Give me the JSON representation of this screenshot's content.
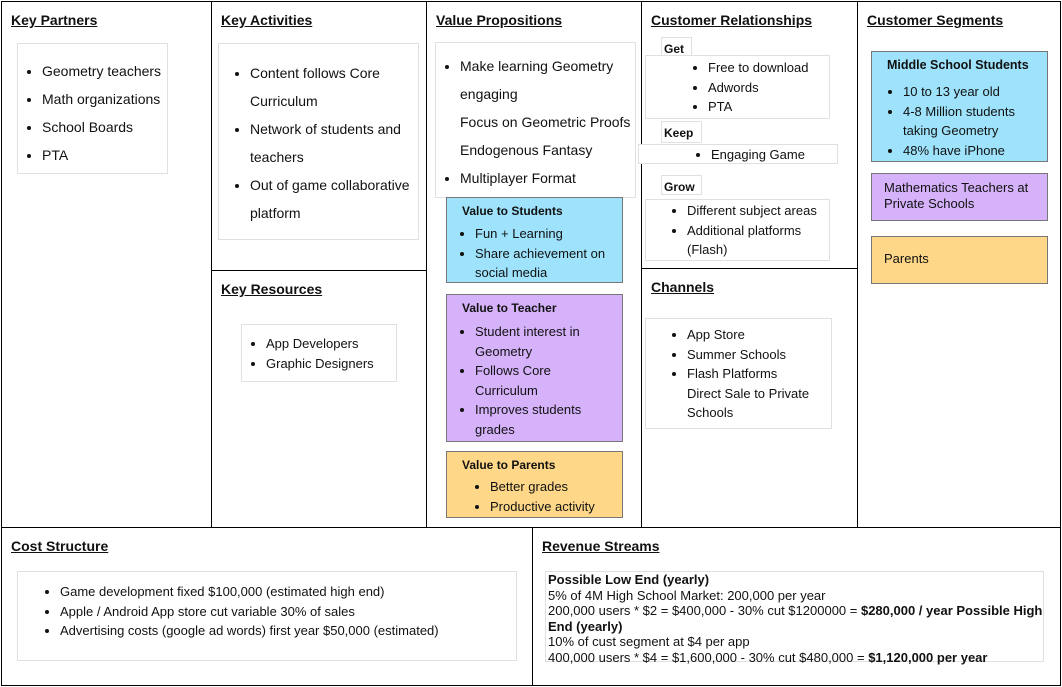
{
  "key_partners": {
    "title": "Key Partners",
    "items": [
      "Geometry teachers",
      "Math organizations",
      "School Boards",
      "PTA"
    ]
  },
  "key_activities": {
    "title": "Key Activities",
    "items": [
      "Content follows Core Curriculum",
      "Network of students and teachers",
      "Out of game collaborative platform"
    ]
  },
  "key_resources": {
    "title": "Key Resources",
    "items": [
      "App Developers",
      "Graphic Designers"
    ]
  },
  "value_propositions": {
    "title": "Value Propositions",
    "items": [
      "Make learning Geometry engaging",
      "Focus on Geometric Proofs",
      "Endogenous Fantasy",
      "Multiplayer Format"
    ],
    "students": {
      "title": "Value to Students",
      "items": [
        "Fun + Learning",
        "Share achievement on social media"
      ]
    },
    "teacher": {
      "title": "Value to Teacher",
      "items": [
        "Student interest in Geometry",
        "Follows Core Curriculum",
        "Improves students grades"
      ]
    },
    "parents": {
      "title": "Value to Parents",
      "items": [
        "Better grades",
        "Productive activity"
      ]
    }
  },
  "customer_relationships": {
    "title": "Customer Relationships",
    "get": {
      "label": "Get",
      "items": [
        "Free to download",
        "Adwords",
        "PTA"
      ]
    },
    "keep": {
      "label": "Keep",
      "items": [
        "Engaging Game"
      ]
    },
    "grow": {
      "label": "Grow",
      "items": [
        "Different subject areas",
        "Additional platforms (Flash)"
      ]
    }
  },
  "channels": {
    "title": "Channels",
    "items": [
      "App Store",
      "Summer Schools",
      "Flash Platforms",
      "Direct Sale to Private Schools"
    ]
  },
  "customer_segments": {
    "title": "Customer Segments",
    "middle_school": {
      "title": "Middle School Students",
      "items": [
        "10 to 13 year old",
        "4-8 Million students taking Geometry",
        "48% have iPhone"
      ]
    },
    "teachers": "Mathematics Teachers at Private Schools",
    "parents": "Parents"
  },
  "cost_structure": {
    "title": "Cost Structure",
    "items": [
      "Game development fixed $100,000 (estimated high end)",
      "Apple / Android App store cut variable 30% of sales",
      "Advertising costs (google ad words)  first year $50,000 (estimated)"
    ]
  },
  "revenue_streams": {
    "title": "Revenue Streams",
    "low_end_heading": "Possible Low End (yearly)",
    "line1": "5% of 4M High School Market:  200,000 per year",
    "line2_text": "200,000 users * $2 = $400,000 - 30% cut $1200000 = ",
    "line2_bold": "$280,000 / year Possible High End (yearly)",
    "line3": "10% of cust segment at $4 per app",
    "line4_text": "400,000 users * $4 = $1,600,000 - 30% cut $480,000 = ",
    "line4_bold": "$1,120,000 per year"
  }
}
